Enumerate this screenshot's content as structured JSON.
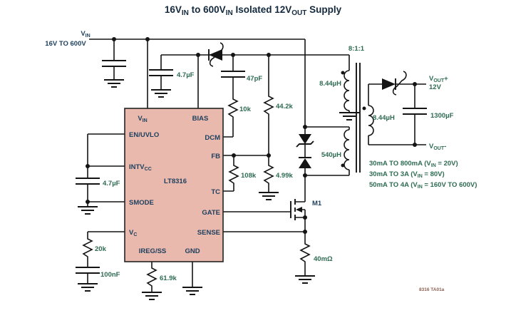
{
  "title": {
    "t1": "16V",
    "t1s": "IN",
    "t2": " to 600V",
    "t2s": "IN",
    "t3": " Isolated 12V",
    "t3s": "OUT",
    "t4": " Supply"
  },
  "input": {
    "name_main": "V",
    "name_sub": "IN",
    "range": "16V TO 600V"
  },
  "ic": {
    "part": "LT8316",
    "pins": {
      "vin_main": "V",
      "vin_sub": "IN",
      "bias": "BIAS",
      "en_uvlo": "EN/UVLO",
      "dcm": "DCM",
      "fb": "FB",
      "intvcc_main": "INTV",
      "intvcc_sub": "CC",
      "tc": "TC",
      "smode": "SMODE",
      "gate": "GATE",
      "vc_main": "V",
      "vc_sub": "C",
      "sense": "SENSE",
      "ireg_ss": "IREG/SS",
      "gnd": "GND"
    }
  },
  "components": {
    "bias_cap": "4.7µF",
    "dcm_cap": "47pF",
    "dcm_res": "10k",
    "fb_upper_res": "44.2k",
    "fb_lower_res": "4.99k",
    "tc_res": "108k",
    "turns_ratio": "8:1:1",
    "bias_winding": "8.44µH",
    "primary_winding": "540µH",
    "secondary_winding": "8.44µH",
    "output_cap": "1300µF",
    "mosfet": "M1",
    "sense_res": "40mΩ",
    "intvcc_cap": "4.7µF",
    "vc_res": "20k",
    "vc_cap": "100nF",
    "ireg_res": "61.9k"
  },
  "output": {
    "plus_main": "V",
    "plus_sub": "OUT",
    "plus_sign": "+",
    "voltage": "12V",
    "minus_main": "V",
    "minus_sub": "OUT",
    "minus_sign": "-"
  },
  "specs": [
    {
      "p1": "30mA TO 800mA (V",
      "sub": "IN",
      "p2": " = 20V)"
    },
    {
      "p1": "30mA TO 3A (V",
      "sub": "IN",
      "p2": " = 80V)"
    },
    {
      "p1": "50mA TO 4A (V",
      "sub": "IN",
      "p2": " = 160V TO 600V)"
    }
  ],
  "footer": "8316 TA01a"
}
